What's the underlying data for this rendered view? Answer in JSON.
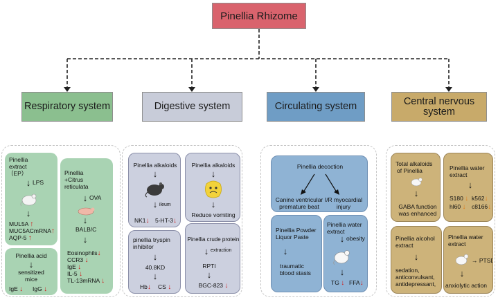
{
  "root": {
    "title": "Pinellia Rhizome"
  },
  "systems": {
    "respiratory": "Respiratory system",
    "digestive": "Digestive system",
    "circulating": "Circulating system",
    "cns": "Central nervous system"
  },
  "respiratory": {
    "card1": {
      "title_1": "Pinellia",
      "title_2": "extract",
      "title_3": "（EP）",
      "stim": "LPS",
      "res1": "MUL5A",
      "res2": "MUC5ACmRNA",
      "res3": "AQP-5"
    },
    "card2": {
      "title_1": "Pinellia",
      "title_2": "+Citrus",
      "title_3": "reticulata",
      "stim": "OVA",
      "model": "BALB/C",
      "res1": "Eosinophils",
      "res2": "CCR3",
      "res3": "IgE",
      "res4": "IL-5",
      "res5": "TL-13mRNA"
    },
    "card3": {
      "title": "Pinellia acid",
      "model_1": "sensitized",
      "model_2": "mice",
      "res1": "IgE",
      "res2": "IgG"
    }
  },
  "digestive": {
    "card1": {
      "title": "Pinellia alkaloids",
      "site": "ileum",
      "res1": "NK1",
      "res2": "5-HT-3"
    },
    "card2": {
      "title": "Pinellia alkaloids",
      "result": "Reduce vomiting"
    },
    "card3": {
      "title_1": "pinellia tryspin",
      "title_2": "inhibitor",
      "mid": "40.8KD",
      "res1": "Hb",
      "res2": "CS"
    },
    "card4": {
      "title": "Pinellia crude protein",
      "method": "extraction",
      "mid": "RPTI",
      "res1": "BGC-823"
    }
  },
  "circulating": {
    "card1": {
      "title": "Pinellia decoction",
      "res_left_1": "Canine ventricular",
      "res_left_2": "premature beat",
      "res_right_1": "I/R myocardial",
      "res_right_2": "injury"
    },
    "card2": {
      "title_1": "Pinellia Powder",
      "title_2": "Liquor Paste",
      "res_1": "traumatic",
      "res_2": "blood stasis"
    },
    "card3": {
      "title_1": "Pinellia water",
      "title_2": "extract",
      "cond": "obesity",
      "res1": "TG",
      "res2": "FFA"
    }
  },
  "cns": {
    "card1": {
      "title_1": "Total alkaloids",
      "title_2": "of Pinellia",
      "res_1": "GABA function",
      "res_2": "was enhanced"
    },
    "card2": {
      "title_1": "Pinellia water",
      "title_2": "extract",
      "c1": "S180",
      "c2": "k562",
      "c3": "hl60",
      "c4": "c8166"
    },
    "card3": {
      "title_1": "Pinellia alcohol",
      "title_2": "extract",
      "res_1": "sedation,",
      "res_2": "anticonvulsant,",
      "res_3": "antidepressant,"
    },
    "card4": {
      "title_1": "Pinellia water",
      "title_2": "extract",
      "cond": "PTSD",
      "res": "anxiolytic action"
    }
  },
  "colors": {
    "root": "#d9636d",
    "respiratory": "#8bbf8f",
    "digestive": "#c8ccd9",
    "circulating": "#6f9dc5",
    "cns": "#c8aa6a",
    "down_arrow": "#d01818",
    "orange_arrow": "#e07a18"
  }
}
